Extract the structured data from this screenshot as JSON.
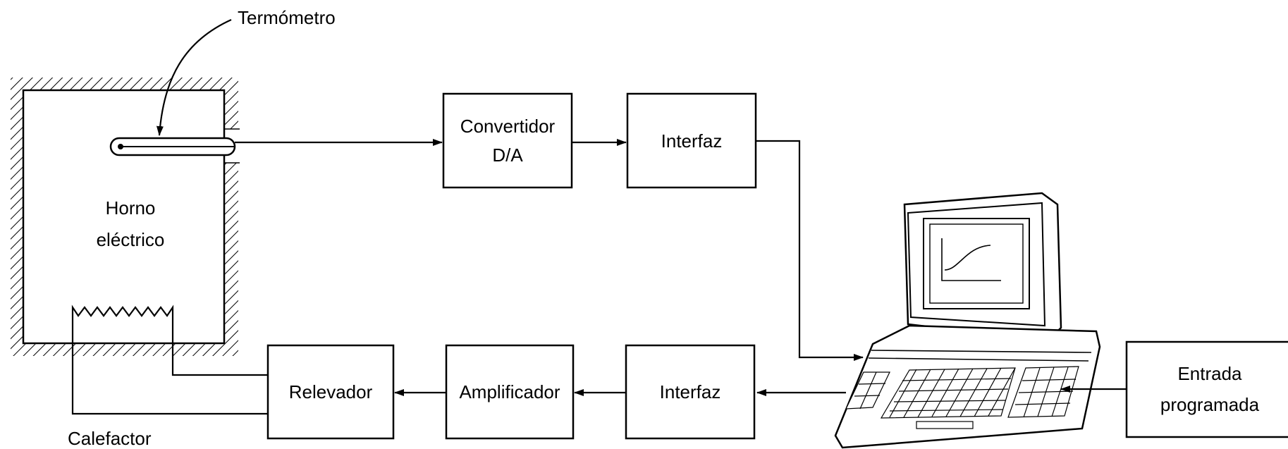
{
  "labels": {
    "termometro": "Termómetro",
    "horno_line1": "Horno",
    "horno_line2": "eléctrico",
    "convertidor_line1": "Convertidor",
    "convertidor_line2": "D/A",
    "interfaz_top": "Interfaz",
    "interfaz_bottom": "Interfaz",
    "amplificador": "Amplificador",
    "relevador": "Relevador",
    "entrada_line1": "Entrada",
    "entrada_line2": "programada",
    "calefactor": "Calefactor"
  },
  "colors": {
    "stroke": "#000000",
    "background": "#ffffff"
  },
  "icons": [
    "computer-icon",
    "heater-resistor-icon",
    "thermometer-probe-icon"
  ]
}
